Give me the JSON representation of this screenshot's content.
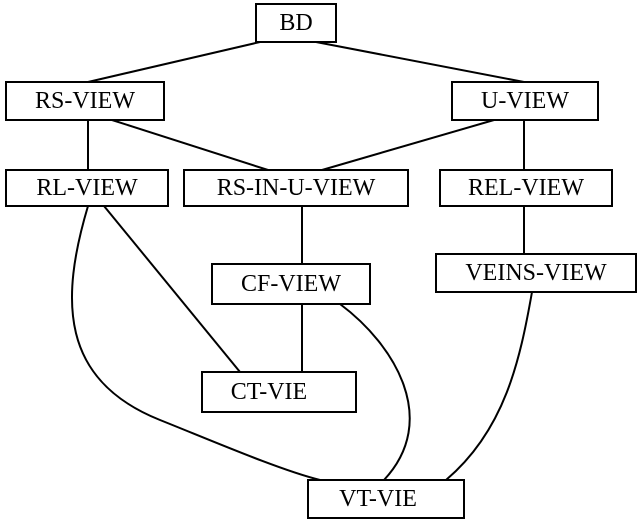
{
  "diagram": {
    "nodes": {
      "bd": "BD",
      "rs_view": "RS-VIEW",
      "u_view": "U-VIEW",
      "rl_view": "RL-VIEW",
      "rs_in_u_view": "RS-IN-U-VIEW",
      "rel_view": "REL-VIEW",
      "cf_view": "CF-VIEW",
      "veins_view": "VEINS-VIEW",
      "ct_vie": "CT-VIE",
      "vt_vie": "VT-VIE"
    },
    "edges": [
      [
        "bd",
        "rs_view"
      ],
      [
        "bd",
        "u_view"
      ],
      [
        "rs_view",
        "rl_view"
      ],
      [
        "rs_view",
        "rs_in_u_view"
      ],
      [
        "u_view",
        "rs_in_u_view"
      ],
      [
        "u_view",
        "rel_view"
      ],
      [
        "rl_view",
        "ct_vie"
      ],
      [
        "rl_view",
        "vt_vie"
      ],
      [
        "rs_in_u_view",
        "cf_view"
      ],
      [
        "cf_view",
        "ct_vie"
      ],
      [
        "cf_view",
        "vt_vie"
      ],
      [
        "rel_view",
        "veins_view"
      ],
      [
        "veins_view",
        "vt_vie"
      ]
    ]
  }
}
